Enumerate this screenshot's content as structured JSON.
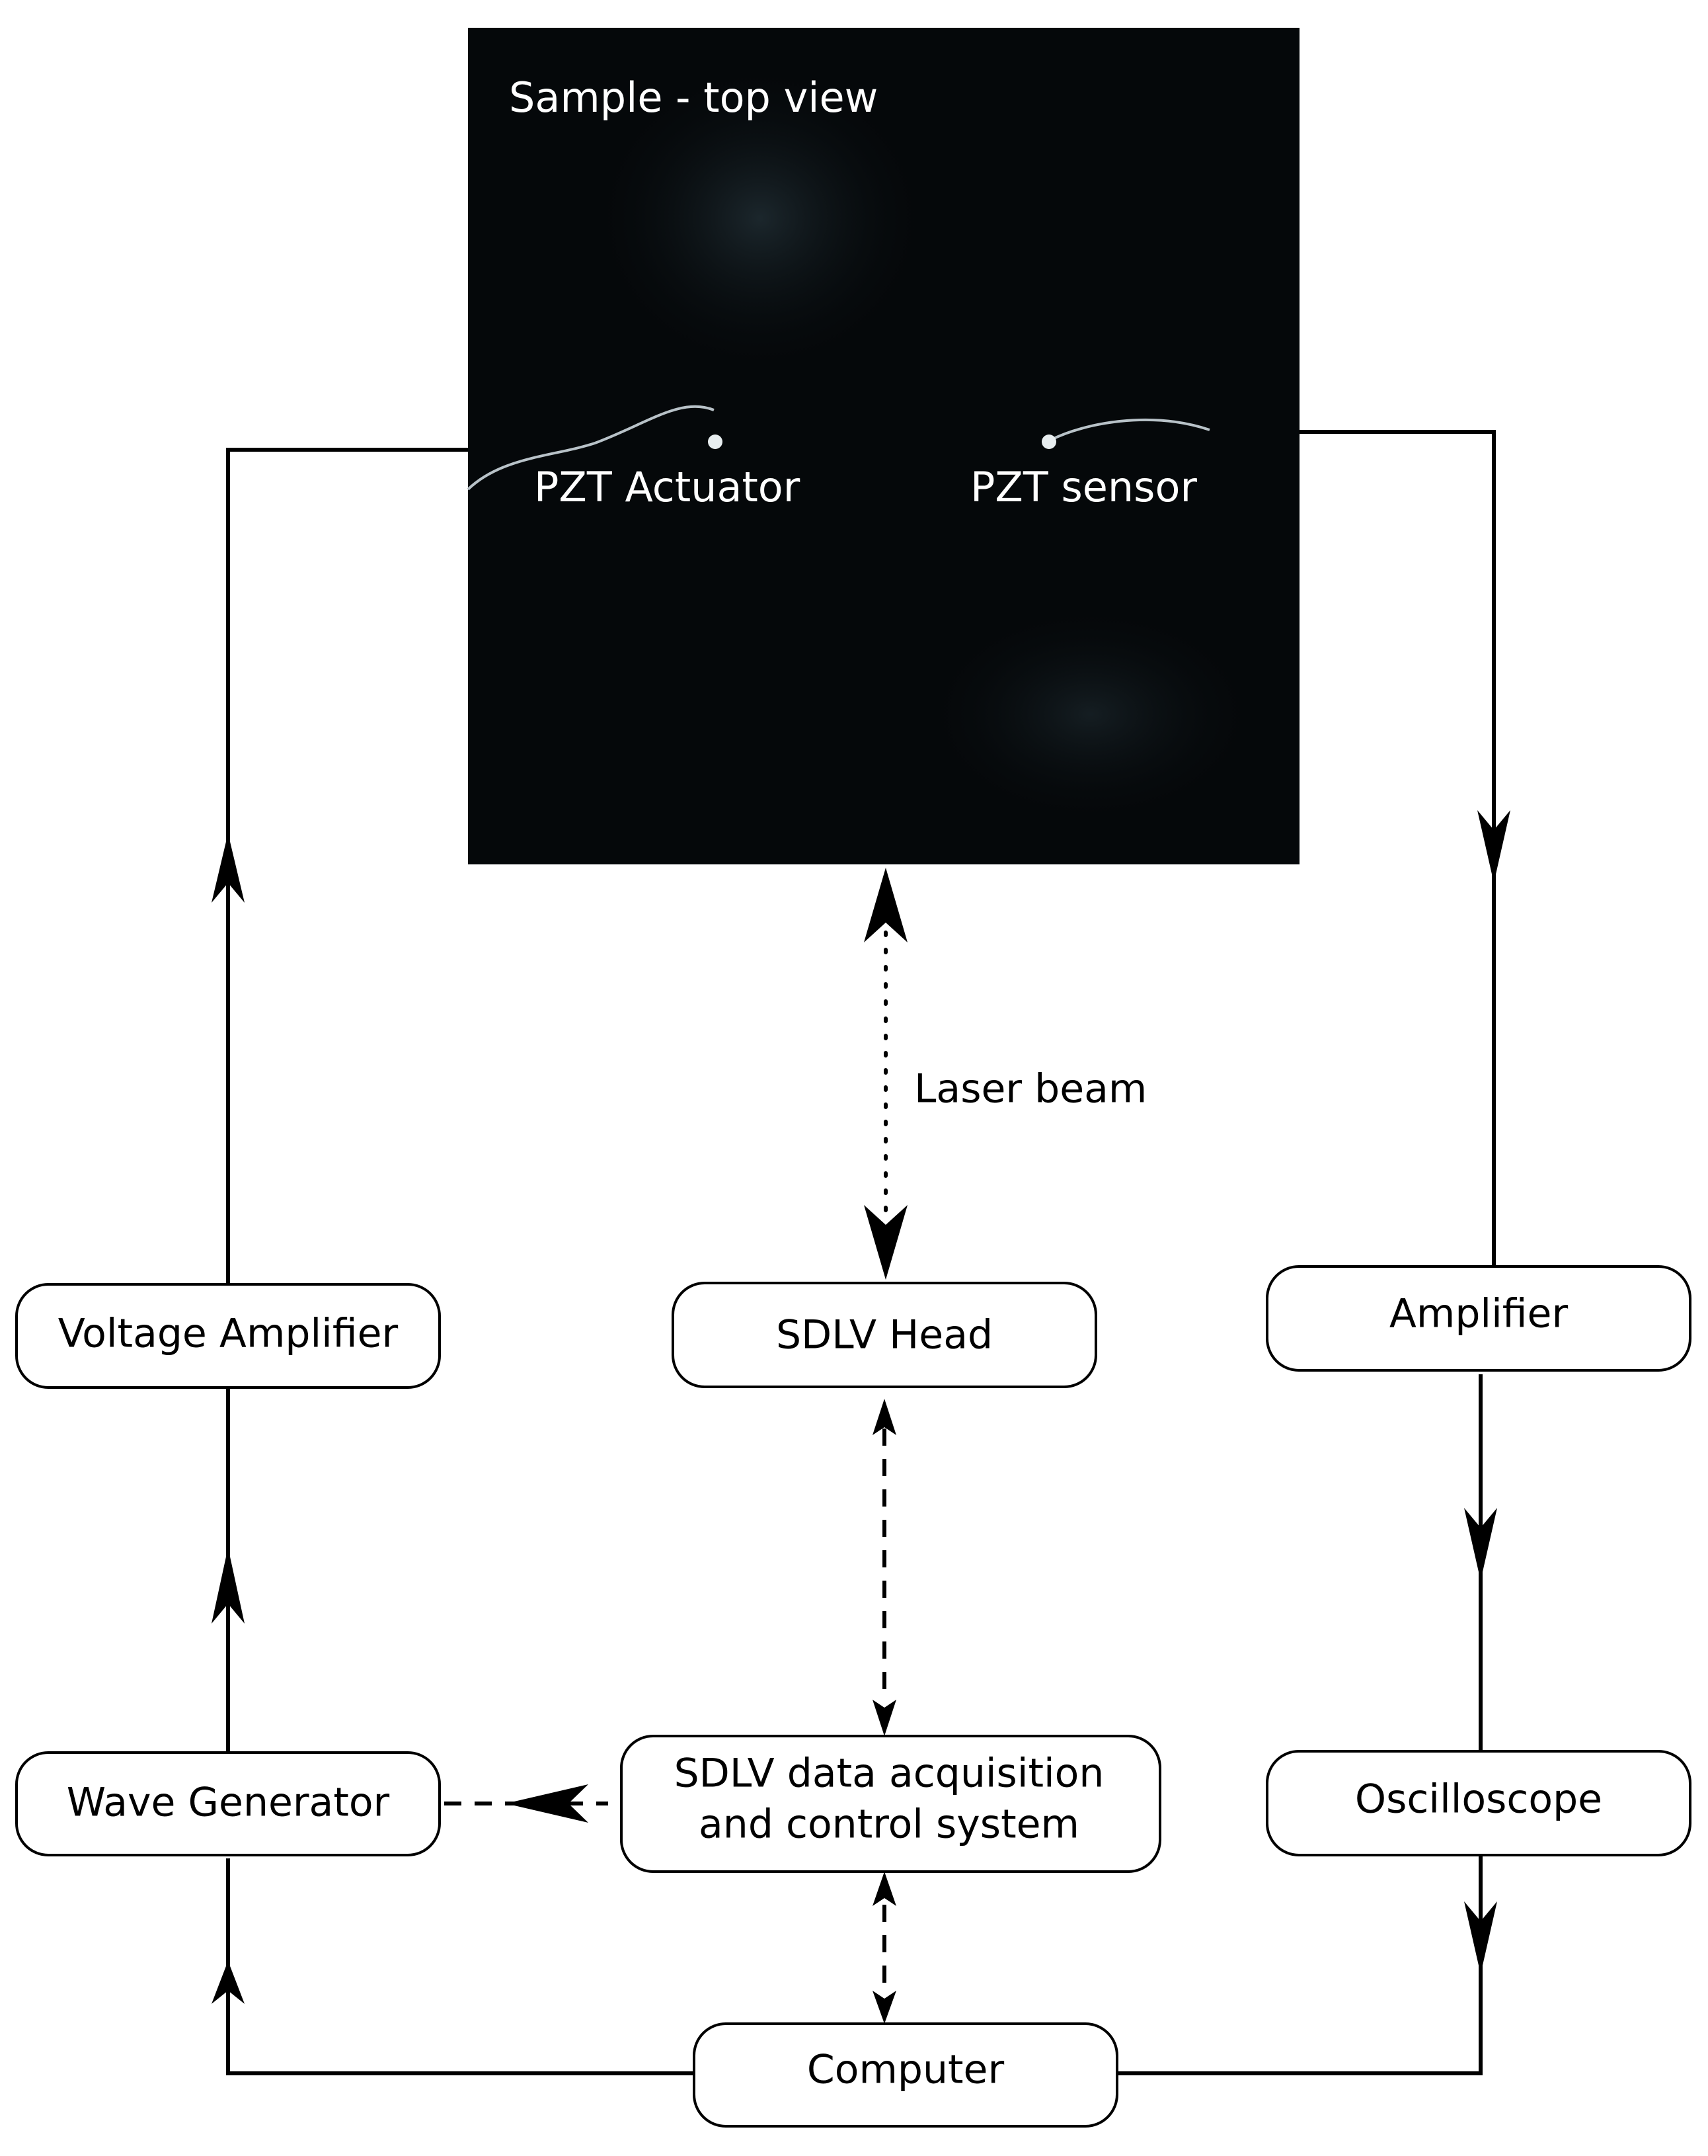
{
  "sample_photo": {
    "title": "Sample - top view",
    "actuator_label": "PZT Actuator",
    "sensor_label": "PZT sensor"
  },
  "laser_beam_label": "Laser beam",
  "boxes": {
    "voltage_amplifier": "Voltage Amplifier",
    "sdlv_head": "SDLV Head",
    "amplifier": "Amplifier",
    "wave_generator": "Wave Generator",
    "sdlv_daq_line1": "SDLV data acquisition",
    "sdlv_daq_line2": "and control system",
    "oscilloscope": "Oscilloscope",
    "computer": "Computer"
  },
  "colors": {
    "photo_background": "#05080a",
    "lines": "#000000"
  }
}
